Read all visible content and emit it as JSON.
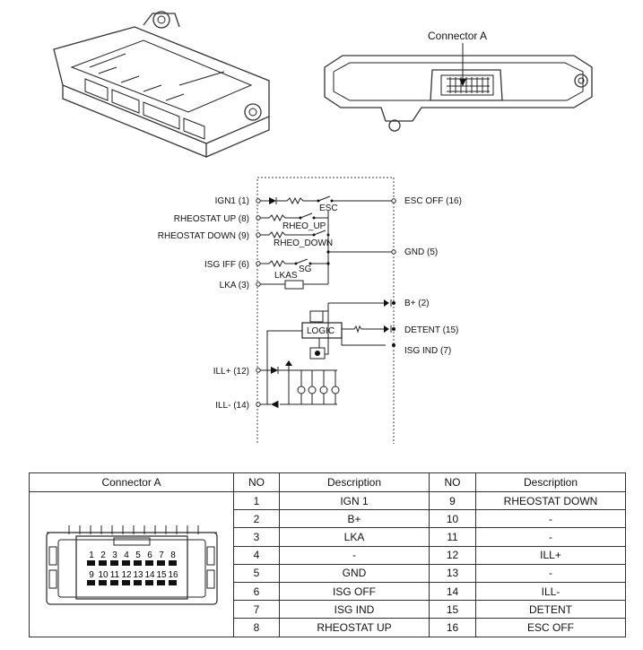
{
  "connector_label": "Connector A",
  "circuit": {
    "left_pins": [
      {
        "label": "IGN1 (1)"
      },
      {
        "label": "RHEOSTAT UP (8)"
      },
      {
        "label": "RHEOSTAT DOWN (9)"
      },
      {
        "label": "ISG IFF (6)"
      },
      {
        "label": "LKA (3)"
      },
      {
        "label": "ILL+ (12)"
      },
      {
        "label": "ILL- (14)"
      }
    ],
    "right_pins": [
      {
        "label": "ESC OFF (16)"
      },
      {
        "label": "GND (5)"
      },
      {
        "label": "B+ (2)"
      },
      {
        "label": "DETENT (15)"
      },
      {
        "label": "ISG IND (7)"
      }
    ],
    "switches": {
      "esc": "ESC",
      "rheo_up": "RHEO_UP",
      "rheo_down": "RHEO_DOWN",
      "sg": "SG",
      "lkas": "LKAS"
    },
    "logic": "LOGIC"
  },
  "pin_face": {
    "row1": [
      "1",
      "2",
      "3",
      "4",
      "5",
      "6",
      "7",
      "8"
    ],
    "row2": [
      "9",
      "10",
      "11",
      "12",
      "13",
      "14",
      "15",
      "16"
    ]
  },
  "table": {
    "headers": [
      "Connector A",
      "NO",
      "Description",
      "NO",
      "Description"
    ],
    "rows": [
      {
        "no1": "1",
        "d1": "IGN 1",
        "no2": "9",
        "d2": "RHEOSTAT DOWN"
      },
      {
        "no1": "2",
        "d1": "B+",
        "no2": "10",
        "d2": "-"
      },
      {
        "no1": "3",
        "d1": "LKA",
        "no2": "11",
        "d2": "-"
      },
      {
        "no1": "4",
        "d1": "-",
        "no2": "12",
        "d2": "ILL+"
      },
      {
        "no1": "5",
        "d1": "GND",
        "no2": "13",
        "d2": "-"
      },
      {
        "no1": "6",
        "d1": "ISG OFF",
        "no2": "14",
        "d2": "ILL-"
      },
      {
        "no1": "7",
        "d1": "ISG IND",
        "no2": "15",
        "d2": "DETENT"
      },
      {
        "no1": "8",
        "d1": "RHEOSTAT UP",
        "no2": "16",
        "d2": "ESC OFF"
      }
    ]
  }
}
